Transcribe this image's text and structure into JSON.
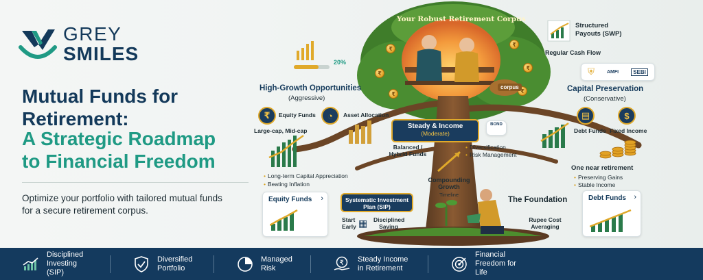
{
  "brand": {
    "line1": "GREY",
    "line2": "SMILES"
  },
  "hero": {
    "title": "Mutual Funds for Retirement:",
    "subtitle": "A Strategic Roadmap to Financial Freedom",
    "tagline": "Optimize your portfolio with tailored mutual funds for a secure retirement corpus."
  },
  "scene": {
    "canopy_title": "Your Robust Retirement Corpus",
    "growth_pct": "20%",
    "corpus_label": "corpus",
    "swp": {
      "title": "Structured Payouts (SWP)",
      "caption": "Regular Cash Flow",
      "badges": [
        "AMFI",
        "SEBI"
      ]
    },
    "aggressive": {
      "title": "High-Growth Opportunities",
      "subtitle": "(Aggressive)",
      "equity": "Equity Funds",
      "asset": "Asset Allocation",
      "caps": "Large-cap, Mid-cap",
      "bullets": [
        "Long-term Capital Appreciation",
        "Beating Inflation"
      ]
    },
    "moderate": {
      "title": "Steady & Income",
      "subtitle": "(Moderate)",
      "bond": "BOND",
      "balanced": "Balanced / Hybrid Funds",
      "bullets": [
        "Diversification",
        "Risk Management"
      ]
    },
    "conservative": {
      "title": "Capital Preservation",
      "subtitle": "(Conservative)",
      "debt": "Debt Funds",
      "fixed": "Fixed Income",
      "near": "One near retirement",
      "bullets": [
        "Preserving Gains",
        "Stable Income"
      ]
    },
    "trunk": {
      "title": "Compounding Growth",
      "caption": "Timeline"
    },
    "equity_card": "Equity Funds",
    "debt_card": "Debt Funds",
    "sip": {
      "title": "Systematic Investment Plan (SIP)",
      "start": "Start Early",
      "disciplined": "Disciplined Saving"
    },
    "foundation": {
      "title": "The Foundation",
      "caption": "Rupee Cost Averaging"
    }
  },
  "footer": [
    {
      "icon": "chart-up-icon",
      "label": "Disciplined Investing (SIP)"
    },
    {
      "icon": "shield-check-icon",
      "label": "Diversified Portfolio"
    },
    {
      "icon": "pie-chart-icon",
      "label": "Managed Risk"
    },
    {
      "icon": "rupee-hand-icon",
      "label": "Steady Income in Retirement"
    },
    {
      "icon": "target-icon",
      "label": "Financial Freedom for Life"
    }
  ],
  "colors": {
    "navy": "#13395a",
    "teal": "#1f9a84",
    "gold": "#e0a92a",
    "bar": "#143a5e"
  }
}
